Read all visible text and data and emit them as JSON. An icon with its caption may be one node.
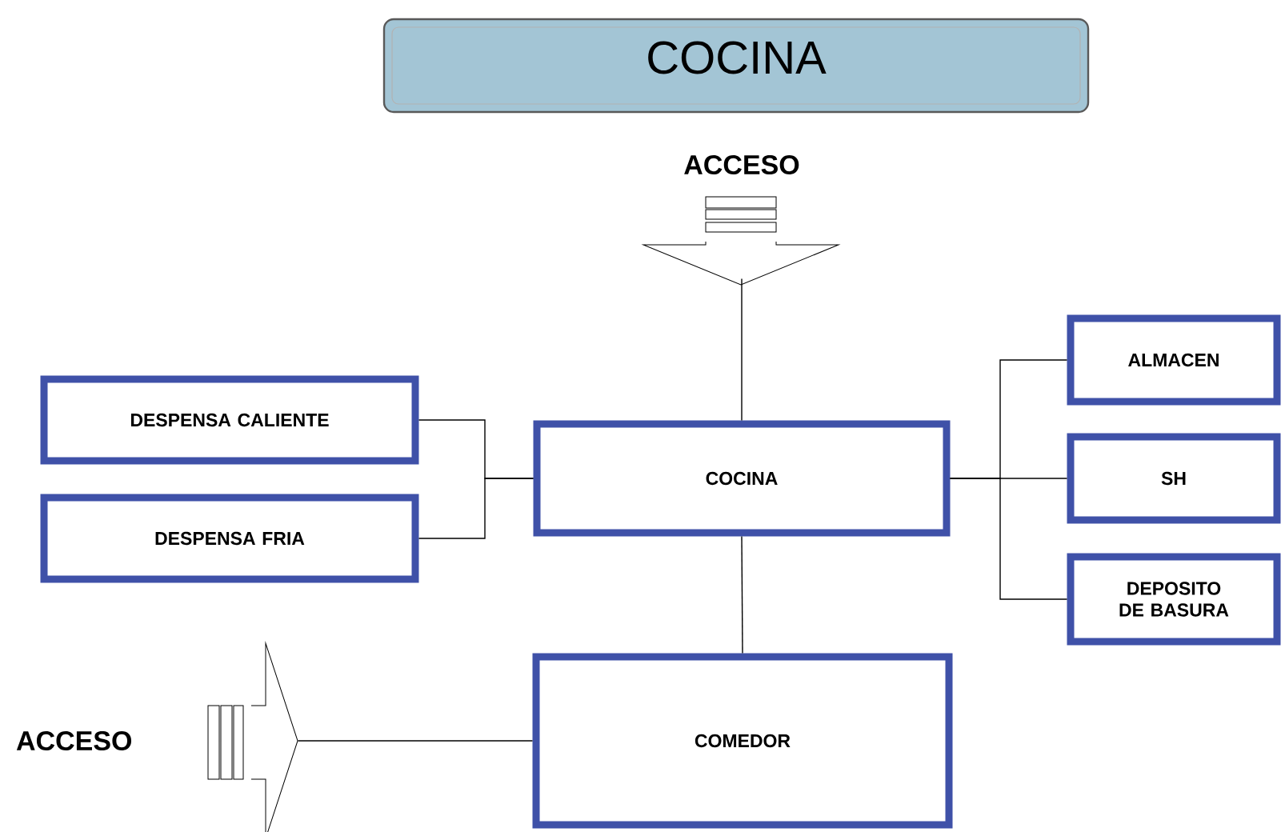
{
  "diagram": {
    "title": "COCINA",
    "nodes": [
      {
        "text": [
          "ACCESO"
        ]
      },
      {
        "text": [
          "DESPENSA CALIENTE"
        ]
      },
      {
        "text": [
          "DESPENSA FRIA"
        ]
      },
      {
        "text": [
          "COCINA"
        ]
      },
      {
        "text": [
          "ALMACEN"
        ]
      },
      {
        "text": [
          "SH"
        ]
      },
      {
        "text": [
          "DEPOSITO DE BASURA"
        ]
      },
      {
        "text": [
          "ACCESO"
        ]
      },
      {
        "text": [
          "COMEDOR"
        ]
      }
    ],
    "edges": [
      {
        "from": 0,
        "to": 3,
        "arrow": "none"
      },
      {
        "from": 1,
        "to": 3,
        "arrow": "none"
      },
      {
        "from": 2,
        "to": 3,
        "arrow": "none"
      },
      {
        "from": 3,
        "to": 4,
        "arrow": "none"
      },
      {
        "from": 3,
        "to": 5,
        "arrow": "none"
      },
      {
        "from": 3,
        "to": 6,
        "arrow": "none"
      },
      {
        "from": 3,
        "to": 8,
        "arrow": "none"
      },
      {
        "from": 7,
        "to": 8,
        "arrow": "none"
      }
    ]
  }
}
